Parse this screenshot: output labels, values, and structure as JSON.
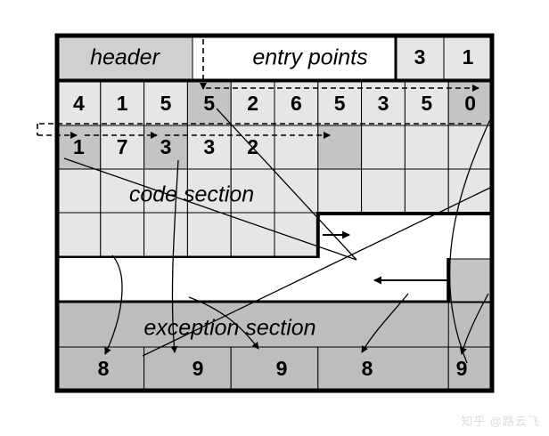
{
  "figure": {
    "title_row": {
      "header_label": "header",
      "entry_points_label": "entry points",
      "entry_count_cells": [
        "3",
        "1"
      ]
    },
    "sections": {
      "code_label": "code section",
      "exception_label": "exception section"
    },
    "rows": {
      "constant_row_1": [
        "4",
        "1",
        "5",
        "5",
        "2",
        "6",
        "5",
        "3",
        "5",
        "0"
      ],
      "constant_row_2": [
        "1",
        "7",
        "3",
        "3",
        "2"
      ],
      "exception_handlers": [
        "8",
        "9",
        "9",
        "8",
        "9"
      ]
    },
    "highlighted": {
      "row1_indices": [
        3,
        9
      ],
      "row2_indices": [
        0,
        2
      ],
      "row2_extra_block_index": 6
    },
    "colors": {
      "header_fill": "#d0d0d0",
      "light_fill": "#e6e6e6",
      "mid_fill": "#c4c4c4",
      "dark_fill": "#bdbdbd",
      "white_fill": "#ffffff",
      "stroke": "#000000",
      "watermark": "#dcdcdc"
    },
    "watermark": "知乎 @路云飞"
  }
}
